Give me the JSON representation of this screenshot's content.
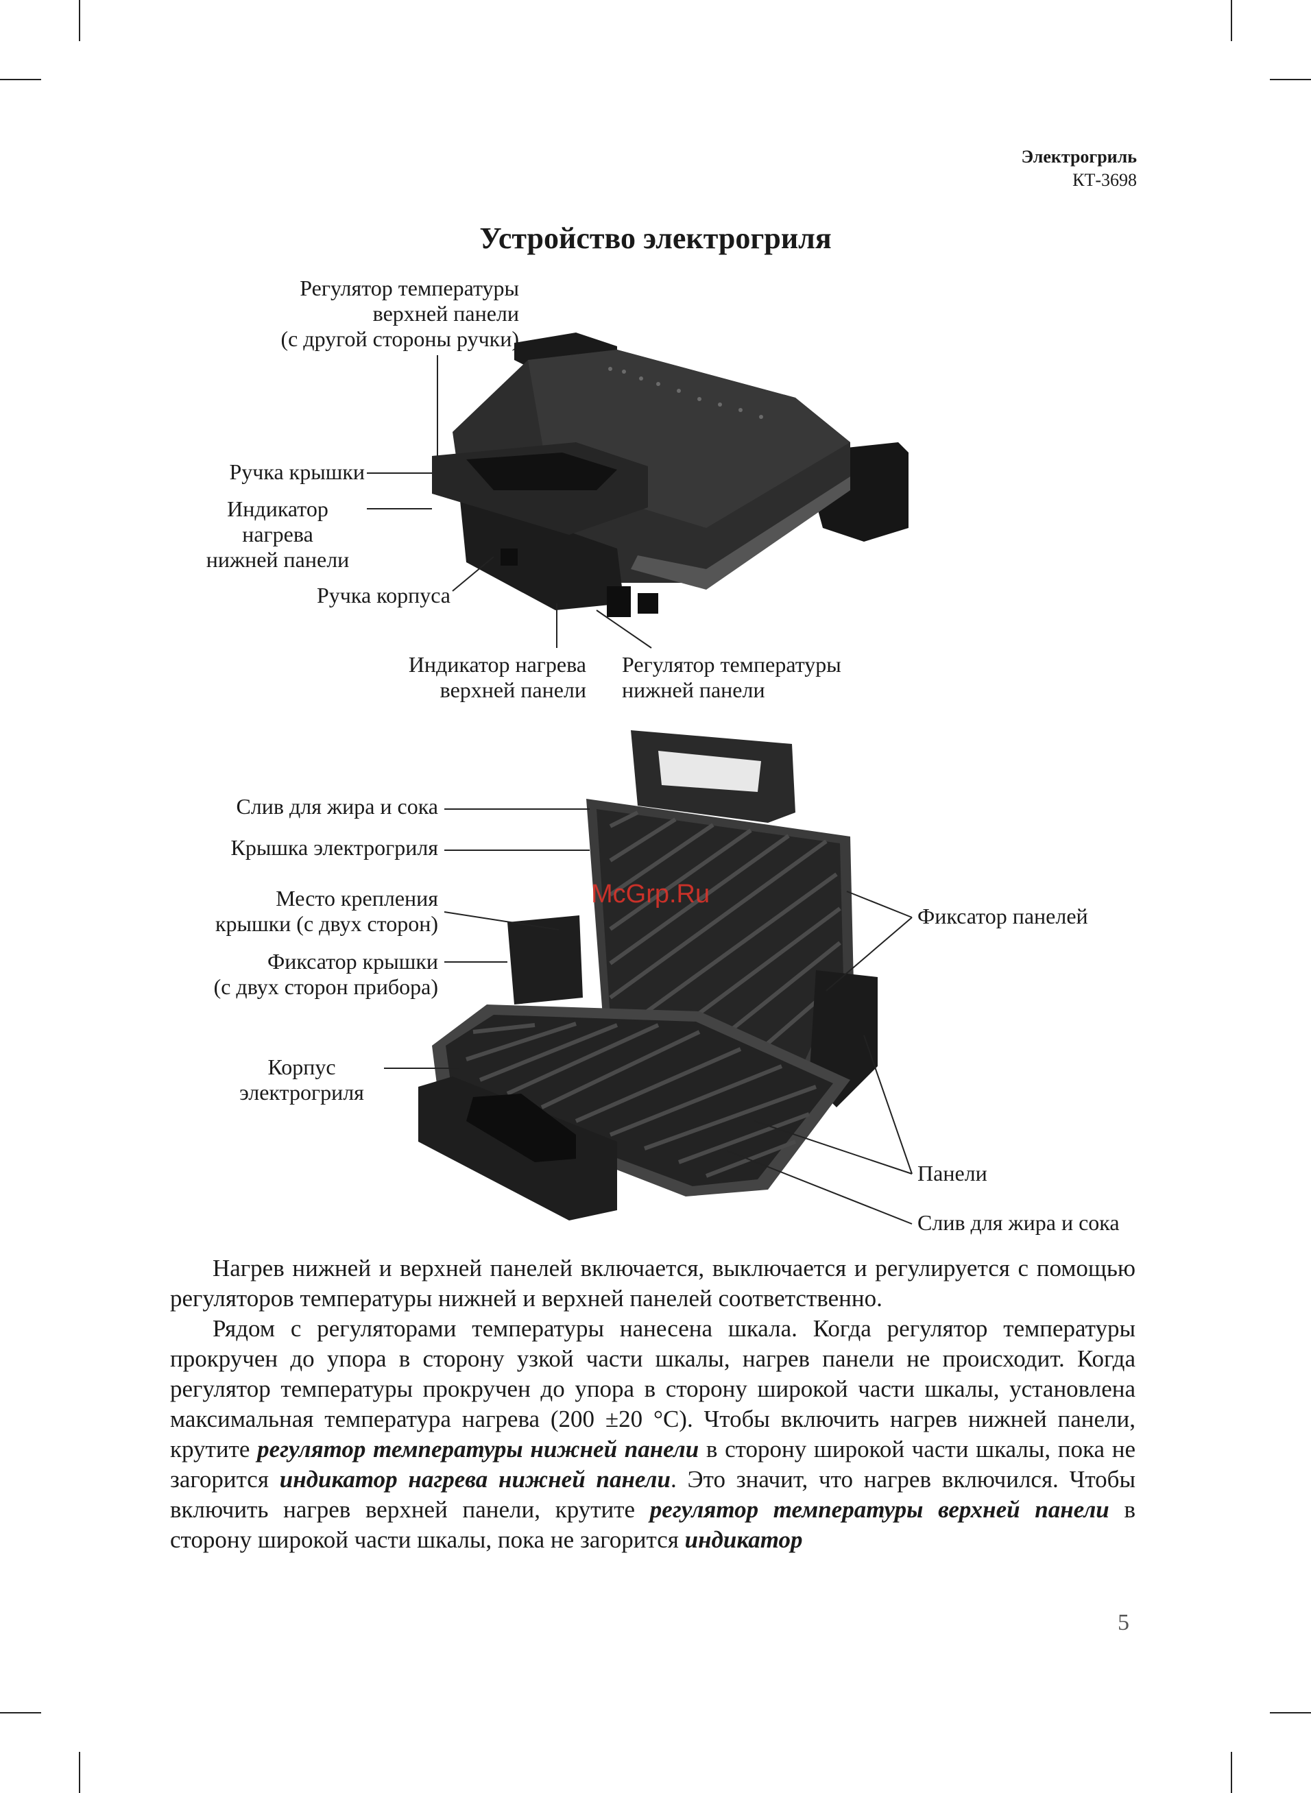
{
  "header": {
    "title": "Электрогриль",
    "model": "КТ-3698"
  },
  "page_title": "Устройство электрогриля",
  "diagram_top": {
    "label_top_regulator": [
      "Регулятор температуры",
      "верхней панели",
      "(с другой стороны ручки)"
    ],
    "label_lid_handle": "Ручка крышки",
    "label_lower_indicator": [
      "Индикатор",
      "нагрева",
      "нижней панели"
    ],
    "label_body_handle": "Ручка корпуса",
    "label_upper_indicator": [
      "Индикатор нагрева",
      "верхней панели"
    ],
    "label_lower_regulator": [
      "Регулятор температуры",
      "нижней панели"
    ]
  },
  "diagram_bottom": {
    "label_drain_top": "Слив для жира и сока",
    "label_lid": "Крышка электрогриля",
    "label_lid_mount": [
      "Место крепления",
      "крышки (с двух сторон)"
    ],
    "label_lid_lock": [
      "Фиксатор крышки",
      "(с двух сторон прибора)"
    ],
    "label_body": [
      "Корпус",
      "электрогриля"
    ],
    "label_panel_lock": "Фиксатор панелей",
    "label_panels": "Панели",
    "label_drain_bottom": "Слив для жира и сока"
  },
  "watermark": "McGrp.Ru",
  "body": {
    "p1": "Нагрев нижней и верхней панелей включается, выключается и регулируется с помощью регуляторов температуры нижней и верхней панелей соответственно.",
    "p2_a": "Рядом с регуляторами температуры нанесена шкала. Когда регулятор температуры прокручен до упора в сторону узкой части шкалы, нагрев панели не происходит. Когда регулятор температуры прокручен до упора в сторону широкой части шкалы, установлена максимальная температура нагрева (200 ±20 °С). Чтобы включить нагрев нижней панели, крутите ",
    "p2_b1": "регулятор температуры нижней панели",
    "p2_c": " в сторону широкой части шкалы, пока не загорится ",
    "p2_b2": "индикатор нагрева нижней панели",
    "p2_d": ". Это значит, что нагрев включился. Чтобы включить нагрев верхней панели, крутите ",
    "p2_b3": "регулятор температуры верхней панели",
    "p2_e": " в сторону широкой части шкалы, пока не загорится ",
    "p2_b4": "индикатор"
  },
  "page_number": "5",
  "colors": {
    "device": "#2b2b2b",
    "device_dark": "#121212",
    "plate": "#3a3a3a",
    "watermark": "#e6332a"
  }
}
